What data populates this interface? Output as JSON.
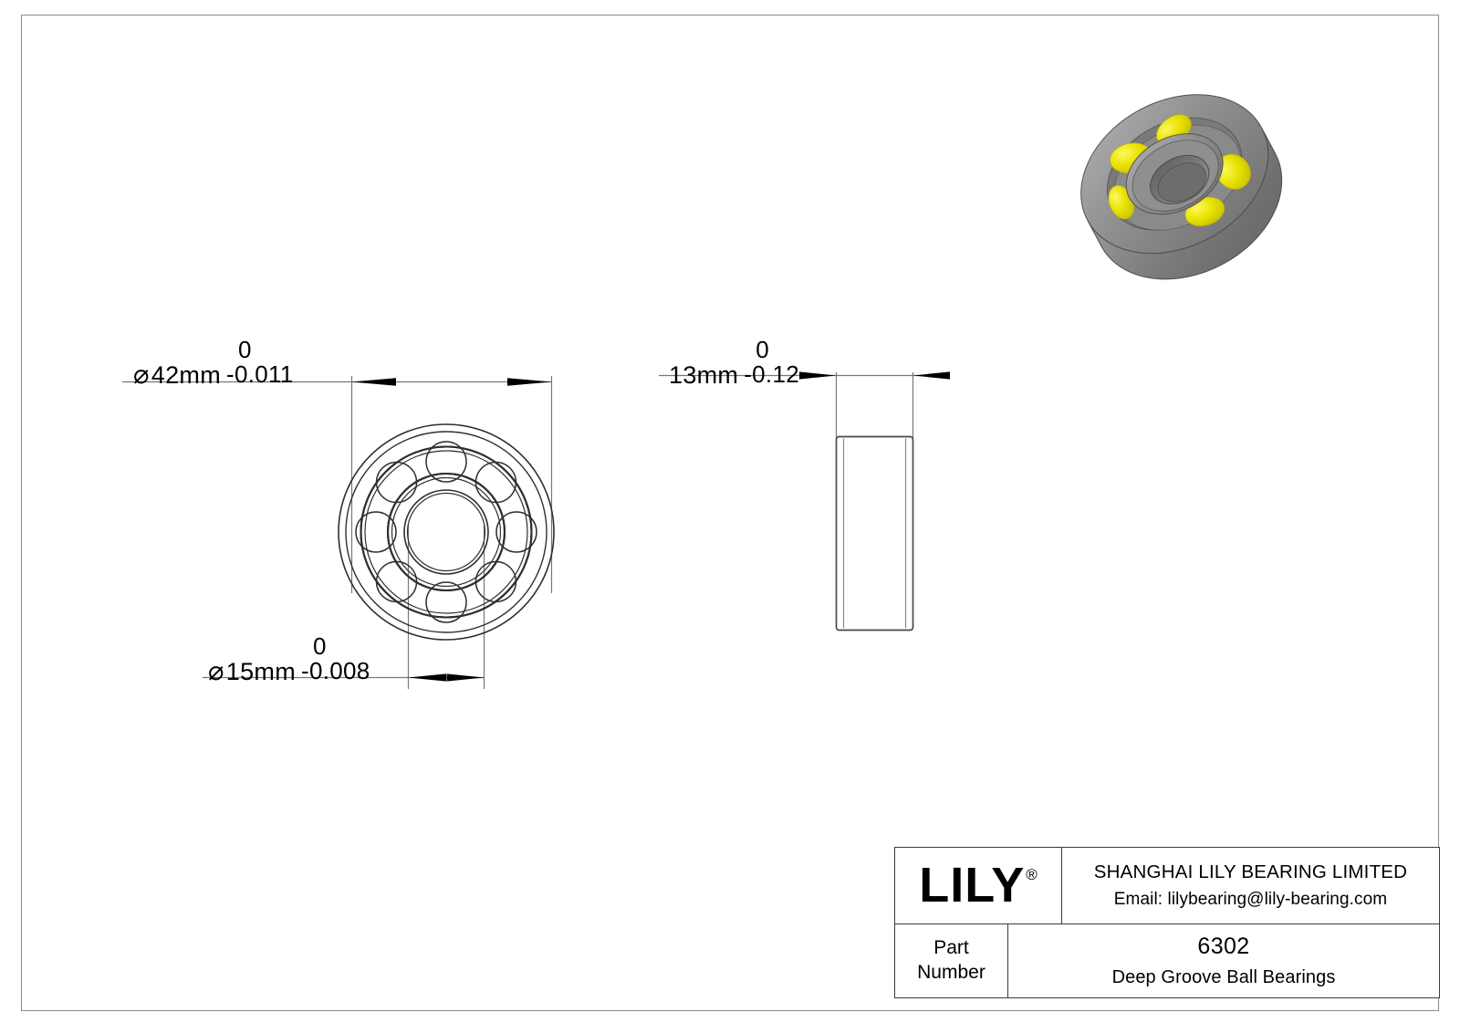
{
  "drawing": {
    "part_number": "6302",
    "description": "Deep Groove Ball Bearings",
    "dimensions": {
      "outer_diameter": {
        "symbol": "⌀",
        "value": "42mm",
        "tolerance_upper": "0",
        "tolerance_lower": "-0.011",
        "label": "⌀ 42mm 0 / -0.011"
      },
      "bore_diameter": {
        "symbol": "⌀",
        "value": "15mm",
        "tolerance_upper": "0",
        "tolerance_lower": "-0.008",
        "label": "⌀ 15mm 0 / -0.008"
      },
      "width": {
        "symbol": "",
        "value": "13mm",
        "tolerance_upper": "0",
        "tolerance_lower": "-0.12",
        "label": "13mm 0 / -0.12"
      }
    },
    "views": {
      "front_view_name": "front-section-view",
      "side_view_name": "side-profile-view",
      "iso_view_name": "isometric-3d-view",
      "ball_count": 8
    }
  },
  "title_block": {
    "logo_text": "LILY",
    "logo_registered": "®",
    "company_name": "SHANGHAI LILY BEARING LIMITED",
    "company_email": "Email: lilybearing@lily-bearing.com",
    "part_label_line1": "Part",
    "part_label_line2": "Number",
    "part_number": "6302",
    "part_description": "Deep Groove Ball Bearings"
  },
  "colors": {
    "line": "#2b2b2b",
    "frame": "#8d8d8d",
    "metal_light": "#a6a6a6",
    "metal_mid": "#8c8c8c",
    "metal_dark": "#6e6e6e",
    "metal_darker": "#5c5c5c",
    "ball_yellow": "#e3dc00",
    "ball_yellow_light": "#f2ec3a",
    "background": "#ffffff"
  }
}
